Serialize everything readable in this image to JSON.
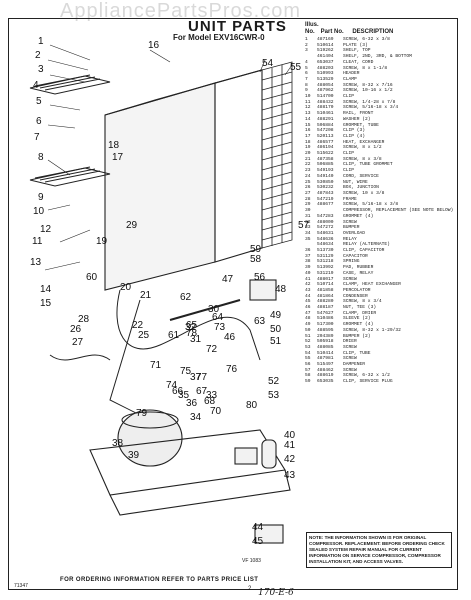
{
  "watermark": "AppliancePartsPros.com",
  "title": "UNIT PARTS",
  "subtitle": "For Model EXV16CWR-0",
  "columns": {
    "key": "Illus. No.",
    "part": "Part No.",
    "desc": "DESCRIPTION"
  },
  "parts": [
    {
      "key": "1",
      "part": "487169",
      "desc": "SCREW, 6-32 x 3/8"
    },
    {
      "key": "2",
      "part": "510614",
      "desc": "PLATE (3)"
    },
    {
      "key": "3",
      "part": "519262",
      "desc": "SHELF, TOP"
    },
    {
      "key": "",
      "part": "461404",
      "desc": "SHELF, 2ND, 3RD, & BOTTOM"
    },
    {
      "key": "4",
      "part": "653037",
      "desc": "CLEAT, CORD"
    },
    {
      "key": "5",
      "part": "488203",
      "desc": "SCREW, 8 x 1-1/8"
    },
    {
      "key": "6",
      "part": "510993",
      "desc": "HEADER"
    },
    {
      "key": "7",
      "part": "513529",
      "desc": "CLAMP"
    },
    {
      "key": "8",
      "part": "488054",
      "desc": "SCREW, 8-32 x 7/16"
    },
    {
      "key": "9",
      "part": "487962",
      "desc": "SCREW, 10-16 x 1/2"
    },
    {
      "key": "10",
      "part": "514700",
      "desc": "CLIP"
    },
    {
      "key": "11",
      "part": "488432",
      "desc": "SCREW, 1/4-28 x 7/8"
    },
    {
      "key": "12",
      "part": "488170",
      "desc": "SCREW, 5/16-18 x 3/4"
    },
    {
      "key": "13",
      "part": "510461",
      "desc": "RAIL, FRONT"
    },
    {
      "key": "14",
      "part": "488291",
      "desc": "WASHER (2)"
    },
    {
      "key": "15",
      "part": "506884",
      "desc": "GROMMET, TUBE"
    },
    {
      "key": "16",
      "part": "547208",
      "desc": "CLIP (3)"
    },
    {
      "key": "17",
      "part": "520113",
      "desc": "CLIP (4)"
    },
    {
      "key": "18",
      "part": "486577",
      "desc": "HEAT, EXCHANGER"
    },
    {
      "key": "19",
      "part": "486194",
      "desc": "SCREW, 8 x 1/2"
    },
    {
      "key": "20",
      "part": "515622",
      "desc": "CLIP"
    },
    {
      "key": "21",
      "part": "487358",
      "desc": "SCREW, 8 x 3/8"
    },
    {
      "key": "22",
      "part": "506885",
      "desc": "CLIP, TUBE GROMMET"
    },
    {
      "key": "23",
      "part": "549193",
      "desc": "CLIP"
    },
    {
      "key": "24",
      "part": "549140",
      "desc": "CORD, SERVICE"
    },
    {
      "key": "25",
      "part": "530850",
      "desc": "NUT, WIRE"
    },
    {
      "key": "26",
      "part": "530232",
      "desc": "BOX, JUNCTION"
    },
    {
      "key": "27",
      "part": "487843",
      "desc": "SCREW, 10 x 3/8"
    },
    {
      "key": "28",
      "part": "547219",
      "desc": "FRAME"
    },
    {
      "key": "29",
      "part": "488677",
      "desc": "SCREW, 5/16-18 x 3/8"
    },
    {
      "key": "30",
      "part": "",
      "desc": "COMPRESSOR, REPLACEMENT (SEE NOTE BELOW)"
    },
    {
      "key": "31",
      "part": "547283",
      "desc": "GROMMET (4)"
    },
    {
      "key": "32",
      "part": "488000",
      "desc": "SCREW"
    },
    {
      "key": "33",
      "part": "547272",
      "desc": "BUMPER"
    },
    {
      "key": "34",
      "part": "548631",
      "desc": "OVERLOAD"
    },
    {
      "key": "35",
      "part": "548636",
      "desc": "RELAY"
    },
    {
      "key": "",
      "part": "548634",
      "desc": "RELAY (ALTERNATE)"
    },
    {
      "key": "36",
      "part": "513730",
      "desc": "CLIP, CAPACITOR"
    },
    {
      "key": "37",
      "part": "531129",
      "desc": "CAPACITOR"
    },
    {
      "key": "38",
      "part": "531218",
      "desc": "SPRING"
    },
    {
      "key": "39",
      "part": "513992",
      "desc": "PAD, RUBBER"
    },
    {
      "key": "40",
      "part": "531219",
      "desc": "CASE, RELAY"
    },
    {
      "key": "41",
      "part": "488017",
      "desc": "SCREW"
    },
    {
      "key": "42",
      "part": "510714",
      "desc": "CLAMP, HEAT EXCHANGER"
    },
    {
      "key": "43",
      "part": "481858",
      "desc": "PERCOLATOR"
    },
    {
      "key": "44",
      "part": "481864",
      "desc": "CONDENSER"
    },
    {
      "key": "45",
      "part": "488280",
      "desc": "SCREW, 8 x 3/4"
    },
    {
      "key": "46",
      "part": "488187",
      "desc": "NUT, TEE (3)"
    },
    {
      "key": "47",
      "part": "547627",
      "desc": "CLAMP, DRIER"
    },
    {
      "key": "48",
      "part": "510486",
      "desc": "SLEEVE (2)"
    },
    {
      "key": "49",
      "part": "517300",
      "desc": "GROMMET (4)"
    },
    {
      "key": "50",
      "part": "488595",
      "desc": "SCREW, 8-32 x 1-29/32"
    },
    {
      "key": "51",
      "part": "204389",
      "desc": "BUMPER (2)"
    },
    {
      "key": "52",
      "part": "505918",
      "desc": "DRIER"
    },
    {
      "key": "53",
      "part": "488085",
      "desc": "SCREW"
    },
    {
      "key": "54",
      "part": "510414",
      "desc": "CLIP, TUBE"
    },
    {
      "key": "55",
      "part": "487981",
      "desc": "SCREW"
    },
    {
      "key": "56",
      "part": "515497",
      "desc": "DAMPENER"
    },
    {
      "key": "57",
      "part": "488462",
      "desc": "SCREW"
    },
    {
      "key": "58",
      "part": "488619",
      "desc": "SCREW, 6-32 x 1/2"
    },
    {
      "key": "59",
      "part": "653035",
      "desc": "CLIP, SERVICE PLUG"
    }
  ],
  "note": "NOTE: THE INFORMATION SHOWN IS FOR ORIGINAL COMPRESSOR. REPLACEMENT: BEFORE ORDERING CHECK SEALED SYSTEM REPAIR MANUAL FOR CURRENT INFORMATION ON SERVICE COMPRESSOR, COMPRESSOR INSTALLATION KIT, AND ACCESS VALVES.",
  "footer": "FOR ORDERING INFORMATION REFER TO PARTS PRICE LIST",
  "corner_code": "71347",
  "figure_code": "VF 1083",
  "page_number": "2",
  "handwritten": "170-E-6",
  "callouts": [
    "1",
    "2",
    "3",
    "4",
    "5",
    "6",
    "7",
    "8",
    "9",
    "10",
    "11",
    "12",
    "13",
    "14",
    "15",
    "16",
    "17",
    "18",
    "19",
    "20",
    "21",
    "22",
    "25",
    "26",
    "27",
    "28",
    "29",
    "30",
    "31",
    "32",
    "33",
    "34",
    "35",
    "36",
    "37",
    "38",
    "39",
    "40",
    "41",
    "42",
    "43",
    "44",
    "45",
    "46",
    "47",
    "48",
    "49",
    "50",
    "51",
    "52",
    "53",
    "54",
    "55",
    "56",
    "57",
    "58",
    "59",
    "60",
    "61",
    "62",
    "63",
    "64",
    "65",
    "66",
    "67",
    "68",
    "70",
    "71",
    "72",
    "73",
    "74",
    "75",
    "76",
    "77",
    "78",
    "79",
    "80"
  ]
}
